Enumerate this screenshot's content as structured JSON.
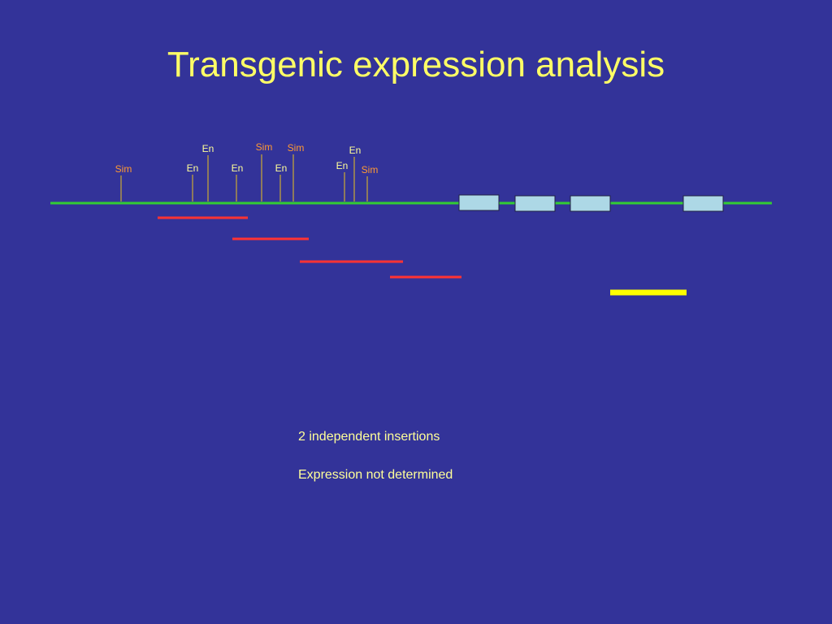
{
  "slide": {
    "title": "Transgenic expression analysis"
  },
  "colors": {
    "background": "#333399",
    "title": "#ffff66",
    "gene_line": "#33cc33",
    "exon_fill": "#add8e6",
    "fragment_tested": "#ff3333",
    "fragment_highlight": "#ffff00",
    "site_tick": "#ccaa33",
    "sim_label": "#ff9933",
    "en_label": "#ffff99",
    "note_text": "#ffff99"
  },
  "binding_sites": [
    {
      "label": "Sim",
      "type": "sim"
    },
    {
      "label": "En",
      "type": "en"
    },
    {
      "label": "En",
      "type": "en"
    },
    {
      "label": "En",
      "type": "en"
    },
    {
      "label": "Sim",
      "type": "sim"
    },
    {
      "label": "En",
      "type": "en"
    },
    {
      "label": "Sim",
      "type": "sim"
    },
    {
      "label": "En",
      "type": "en"
    },
    {
      "label": "En",
      "type": "en"
    },
    {
      "label": "Sim",
      "type": "sim"
    }
  ],
  "exons": [
    {
      "name": "exon-1"
    },
    {
      "name": "exon-2"
    },
    {
      "name": "exon-3"
    },
    {
      "name": "exon-4"
    }
  ],
  "fragments": [
    {
      "name": "fragment-1",
      "kind": "tested"
    },
    {
      "name": "fragment-2",
      "kind": "tested"
    },
    {
      "name": "fragment-3",
      "kind": "tested"
    },
    {
      "name": "fragment-4",
      "kind": "tested"
    },
    {
      "name": "fragment-5",
      "kind": "highlight"
    }
  ],
  "notes": {
    "line1": "2 independent insertions",
    "line2": "Expression not determined"
  }
}
